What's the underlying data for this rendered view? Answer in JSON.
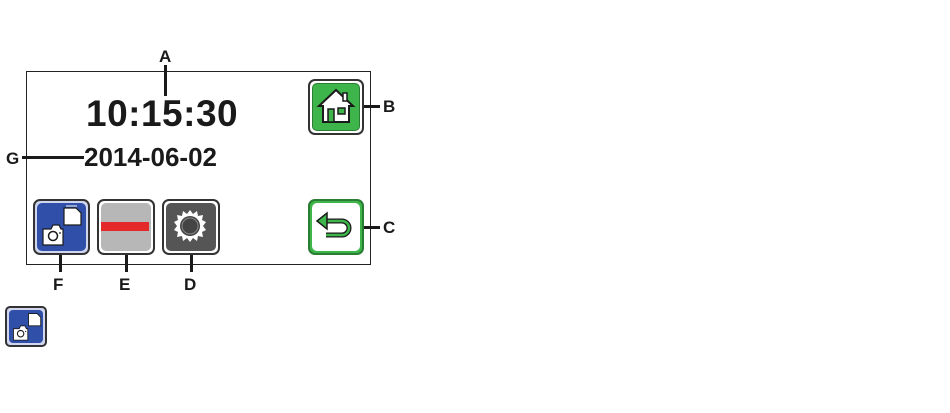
{
  "screen": {
    "time": "10:15:30",
    "date": "2014-06-02"
  },
  "callouts": {
    "a": "A",
    "b": "B",
    "c": "C",
    "d": "D",
    "e": "E",
    "f": "F",
    "g": "G"
  },
  "icons": {
    "home": "home-icon",
    "back": "back-arrow-icon",
    "gallery": "photo-files-icon",
    "battery": "battery-bar-icon",
    "settings": "gear-icon"
  },
  "colors": {
    "home_green": "#3db54a",
    "gallery_blue": "#2f4fa8",
    "battery_red": "#e32929",
    "battery_gray": "#b7b7b7",
    "settings_dark": "#555555"
  }
}
